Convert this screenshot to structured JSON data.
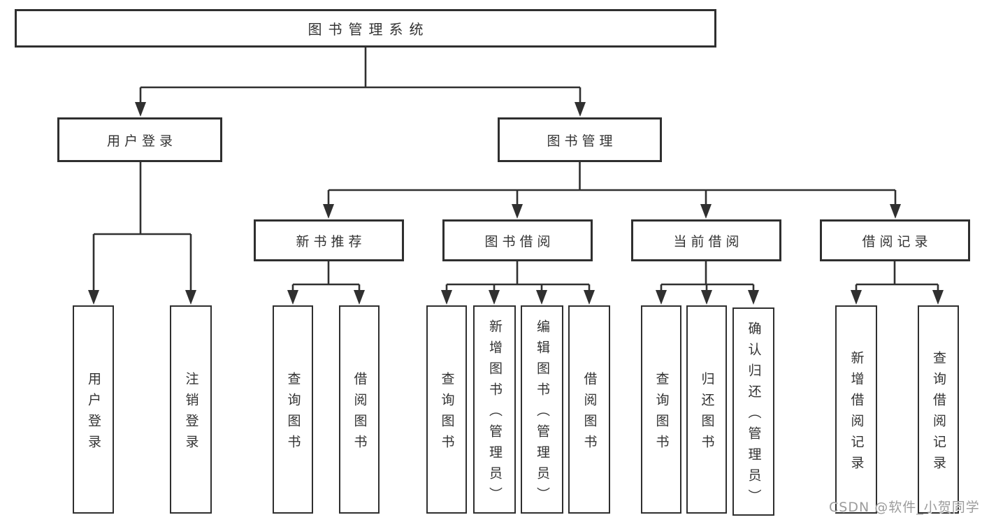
{
  "tree": {
    "root": {
      "label": "图书管理系统"
    },
    "branches": [
      {
        "label": "用户登录",
        "children": [
          {
            "label": "用户登录"
          },
          {
            "label": "注销登录"
          }
        ]
      },
      {
        "label": "图书管理",
        "children": [
          {
            "label": "新书推荐",
            "children": [
              {
                "label": "查询图书"
              },
              {
                "label": "借阅图书"
              }
            ]
          },
          {
            "label": "图书借阅",
            "children": [
              {
                "label": "查询图书"
              },
              {
                "label": "新增图书（管理员）"
              },
              {
                "label": "编辑图书（管理员）"
              },
              {
                "label": "借阅图书"
              }
            ]
          },
          {
            "label": "当前借阅",
            "children": [
              {
                "label": "查询图书"
              },
              {
                "label": "归还图书"
              },
              {
                "label": "确认归还（管理员）"
              }
            ]
          },
          {
            "label": "借阅记录",
            "children": [
              {
                "label": "新增借阅记录"
              },
              {
                "label": "查询借阅记录"
              }
            ]
          }
        ]
      }
    ]
  },
  "watermark": {
    "text": "CSDN @软件_小贺同学"
  },
  "colors": {
    "line": "#303030",
    "box_border": "#2f2f2f",
    "text": "#333333",
    "watermark_text": "#9c9c9c"
  }
}
